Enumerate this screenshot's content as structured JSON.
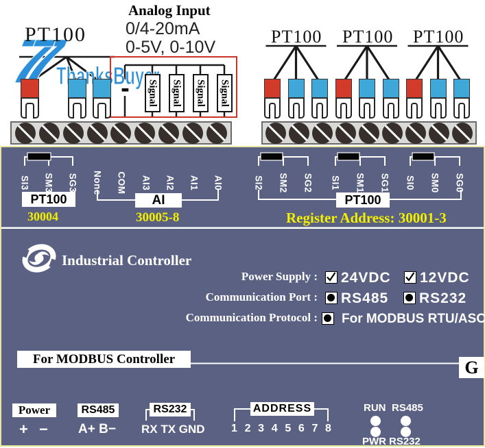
{
  "top": {
    "watermark_icon": "77",
    "watermark_text": "ThanksBuyer",
    "pt100_labels": [
      "PT100",
      "PT100",
      "PT100",
      "PT100"
    ],
    "analog_title": "Analog Input",
    "analog_range_current": "0/4-20mA",
    "analog_range_voltage": "0-5V, 0-10V",
    "minus_label": "-",
    "signal_labels": [
      "Signal",
      "Signal",
      "Signal",
      "Signal"
    ]
  },
  "terminals": {
    "left_labels": [
      "SI3",
      "SM3",
      "SG3",
      "None",
      "COM",
      "AI3",
      "AI2",
      "AI1",
      "AI0"
    ],
    "right_labels": [
      "SI2",
      "SM2",
      "SG2",
      "SI1",
      "SM1",
      "SG1",
      "SI0",
      "SM0",
      "SG0"
    ],
    "pt100_group_box": "PT100",
    "ai_group_box": "AI",
    "pt100_right_group_box": "PT100",
    "register_left": "30004",
    "register_mid": "30005-8",
    "register_right": "Register Address: 30001-3"
  },
  "controller": {
    "title": "Industrial Controller",
    "power_label": "Power Supply :",
    "power_options": [
      "24VDC",
      "12VDC"
    ],
    "port_label": "Communication Port :",
    "port_options": [
      "RS485",
      "RS232"
    ],
    "protocol_label": "Communication Protocol :",
    "protocol_option": "For MODBUS RTU/ASC",
    "banner": "For MODBUS Controller",
    "ground_label": "G"
  },
  "bottom": {
    "power_box": "Power",
    "power_plus": "+",
    "power_minus": "−",
    "rs485_box": "RS485",
    "rs485_pins": "A+ B−",
    "rs232_box": "RS232",
    "rs232_pins": "RX TX GND",
    "address_box": "ADDRESS",
    "address_pins": [
      "1",
      "2",
      "3",
      "4",
      "5",
      "6",
      "7",
      "8"
    ],
    "led_top": [
      "RUN",
      "RS485"
    ],
    "led_bottom": [
      "PWR",
      "RS232"
    ]
  },
  "colors": {
    "panel": "#5a6182",
    "accent_yellow": "#f2ef00",
    "border_yellow": "#e9e79b",
    "terminal_red": "#d23b2a",
    "terminal_blue": "#3fa8d8",
    "watermark_blue": "#2b8fd9",
    "box_red": "#ca3227"
  }
}
